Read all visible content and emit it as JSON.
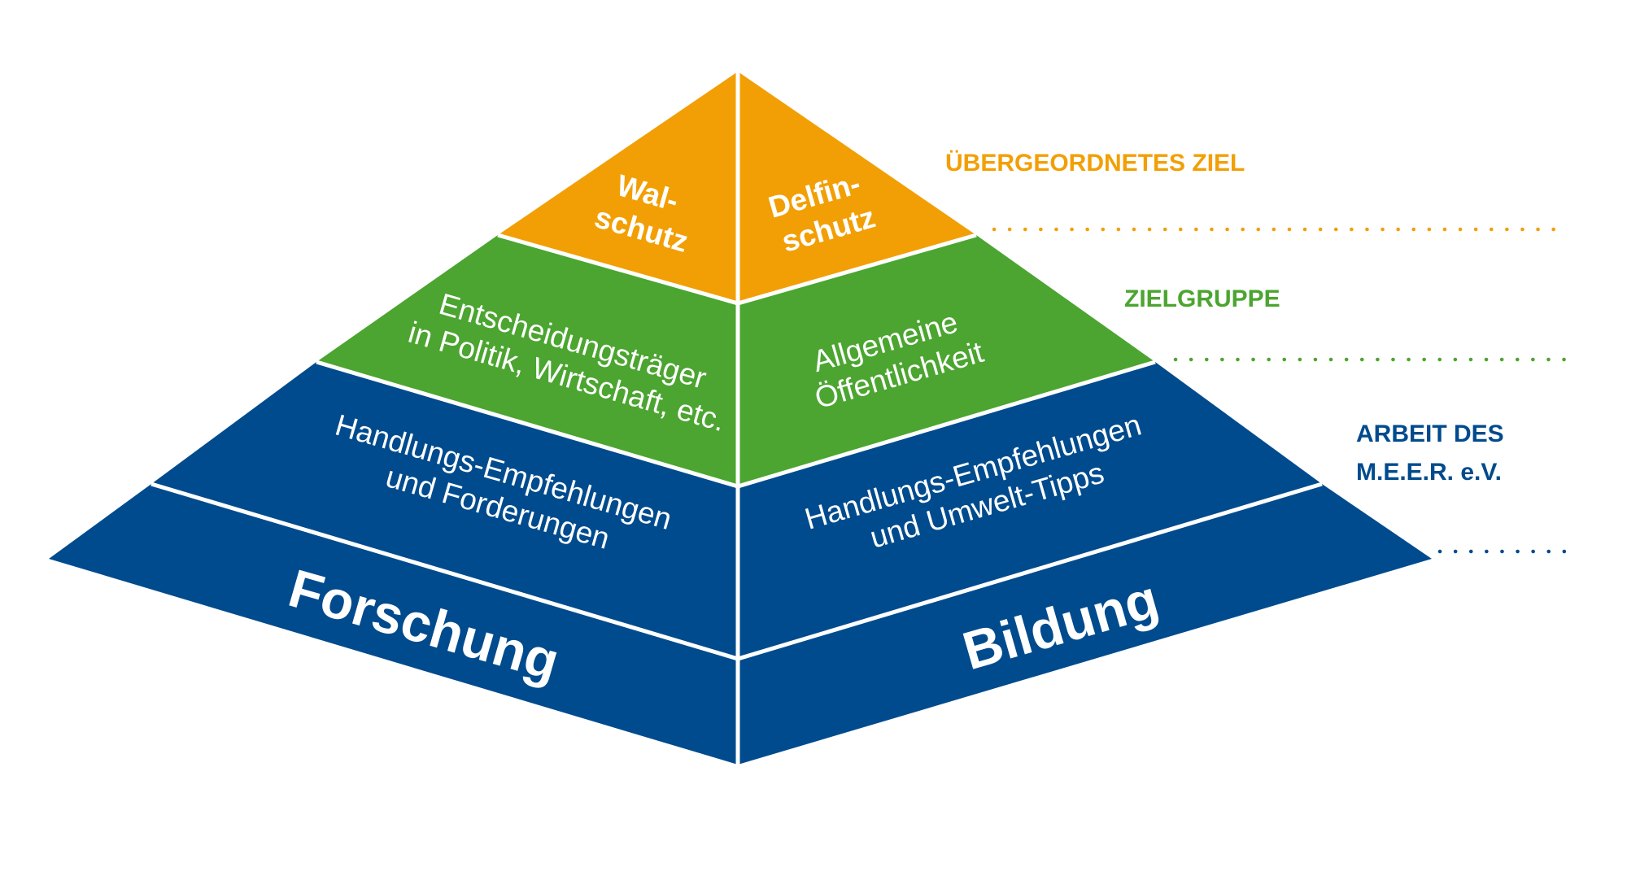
{
  "colors": {
    "goal": "#F29F05",
    "audience": "#4BA530",
    "work": "#004B8D",
    "divider": "#ffffff",
    "background": "#ffffff"
  },
  "levels": {
    "goal": {
      "label": "ÜBERGEORDNETES ZIEL",
      "left": [
        "Wal-",
        "schutz"
      ],
      "right": [
        "Delfin-",
        "schutz"
      ]
    },
    "audience": {
      "label": "ZIELGRUPPE",
      "left": [
        "Entscheidungsträger",
        "in Politik, Wirtschaft, etc."
      ],
      "right": [
        "Allgemeine",
        "Öffentlichkeit"
      ]
    },
    "work": {
      "label": [
        "ARBEIT DES",
        "M.E.E.R. e.V."
      ],
      "left_middle": [
        "Handlungs-Empfehlungen",
        "und Forderungen"
      ],
      "right_middle": [
        "Handlungs-Empfehlungen",
        "und Umwelt-Tipps"
      ],
      "left_base": "Forschung",
      "right_base": "Bildung"
    }
  }
}
